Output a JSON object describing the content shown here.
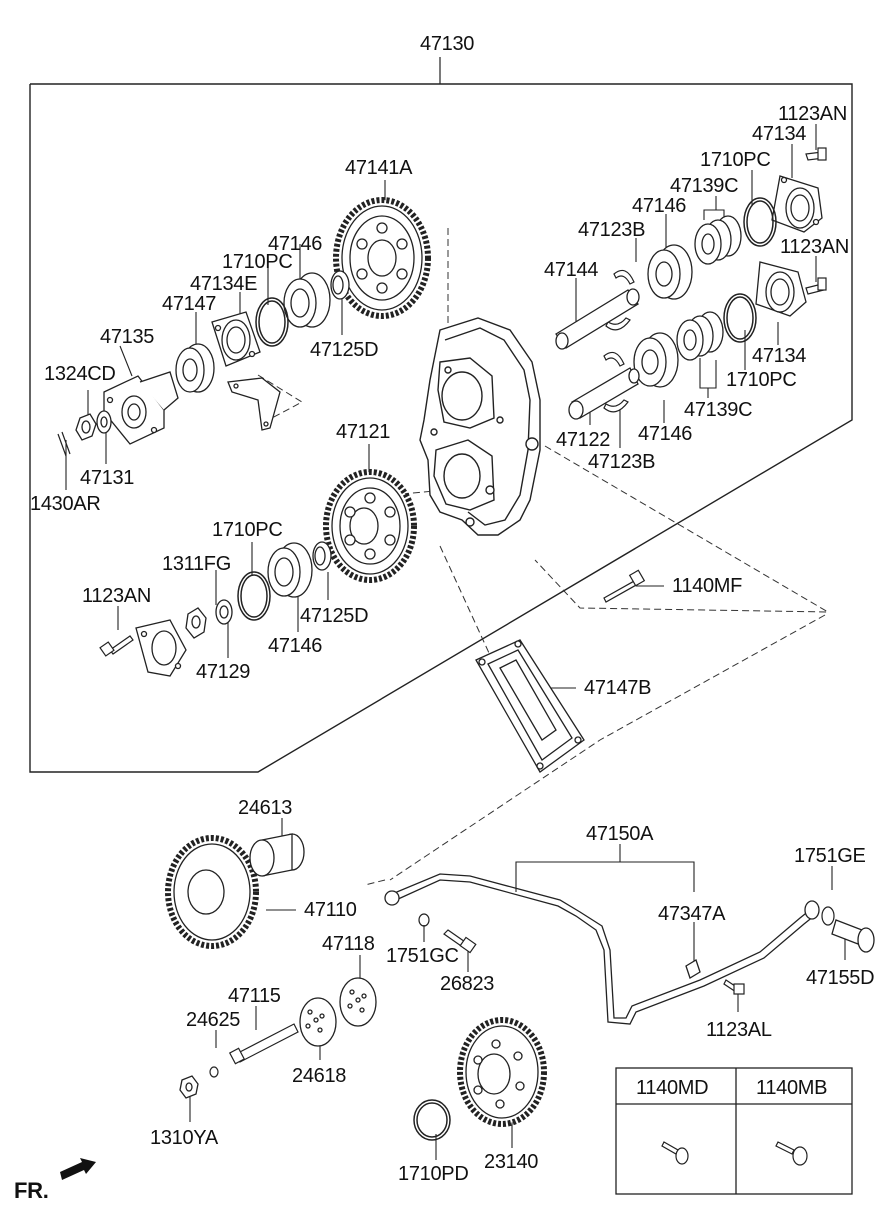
{
  "diagram": {
    "assembly_number": "47130",
    "direction_label": "FR.",
    "labels": {
      "47130": "47130",
      "1123AN_top": "1123AN",
      "47134_top": "47134",
      "1710PC_top": "1710PC",
      "47139C_top": "47139C",
      "47141A": "47141A",
      "47146_top_right": "47146",
      "47123B_top": "47123B",
      "1123AN_mid_right": "1123AN",
      "47146_left": "47146",
      "1710PC_left": "1710PC",
      "47144": "47144",
      "47134E": "47134E",
      "47147": "47147",
      "47135": "47135",
      "47125D_top": "47125D",
      "47134_right": "47134",
      "1710PC_right": "1710PC",
      "1324CD": "1324CD",
      "47139C_bottom": "47139C",
      "47121": "47121",
      "47122": "47122",
      "47146_mid_right": "47146",
      "47131": "47131",
      "47123B_bottom": "47123B",
      "1430AR": "1430AR",
      "1710PC_bottom_left": "1710PC",
      "1311FG": "1311FG",
      "1140MF": "1140MF",
      "1123AN_left": "1123AN",
      "47125D_bottom": "47125D",
      "47129": "47129",
      "47146_bottom": "47146",
      "47147B": "47147B",
      "24613": "24613",
      "47150A": "47150A",
      "1751GE": "1751GE",
      "47110": "47110",
      "47347A": "47347A",
      "47118": "47118",
      "1751GC": "1751GC",
      "47155D": "47155D",
      "26823": "26823",
      "47115": "47115",
      "1123AL": "1123AL",
      "24625": "24625",
      "24618": "24618",
      "1310YA": "1310YA",
      "1710PD": "1710PD",
      "23140": "23140"
    },
    "fastener_table": {
      "headers": [
        "1140MD",
        "1140MB"
      ]
    }
  }
}
